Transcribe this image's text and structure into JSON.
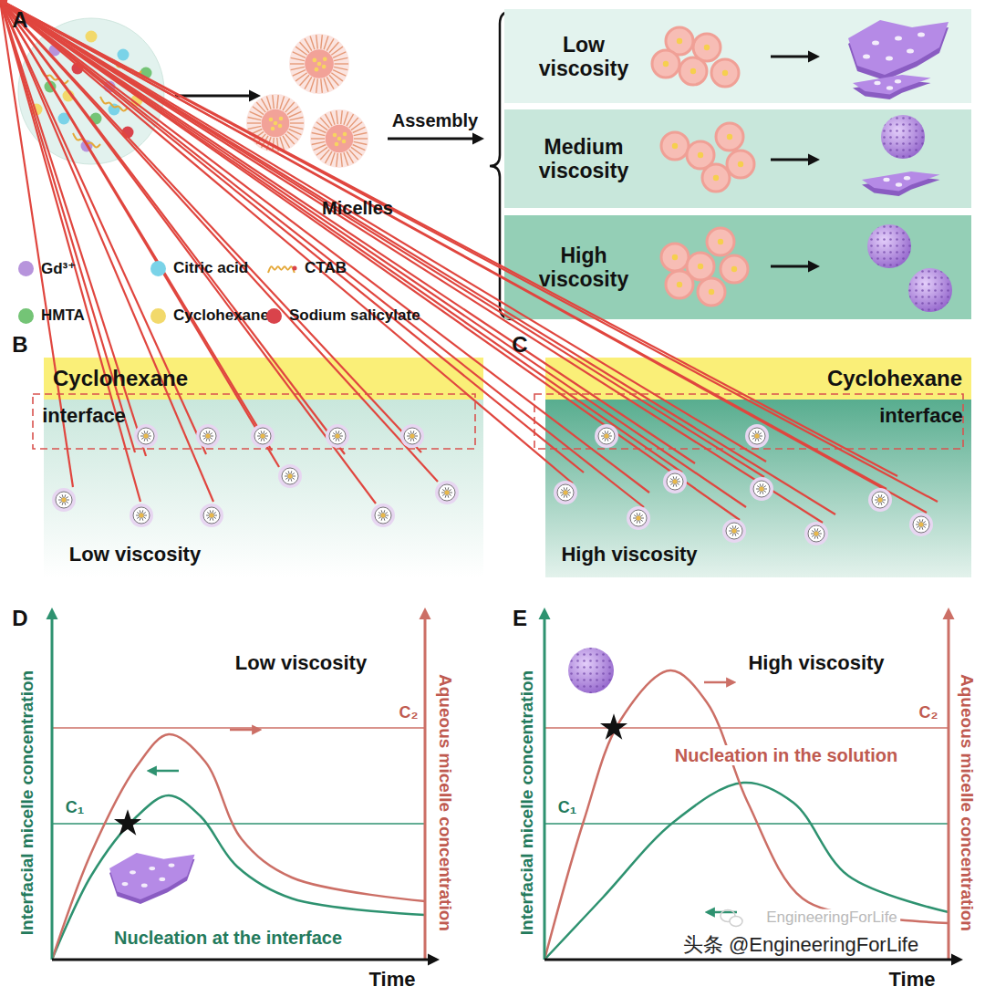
{
  "diagram": {
    "nodes": [
      {
        "text": [
          "Low viscosity"
        ]
      },
      {
        "text": [
          "Medium viscosity"
        ]
      },
      {
        "text": [
          "High viscosity"
        ]
      },
      {
        "text": [
          "Cyclohexane"
        ]
      },
      {
        "text": [
          "Cyclohexane"
        ]
      }
    ],
    "labels": [
      "A",
      "Micelles",
      "Assembly",
      "B",
      "interface",
      "Low viscosity",
      "C",
      "interface",
      "High viscosity",
      "D",
      "Interfacial micelle concentration",
      "Low viscosity",
      "C₂",
      "C₁",
      "Nucleation at the interface",
      "Aqueous micelle concentration",
      "Time",
      "E",
      "Interfacial micelle concentration",
      "High viscosity",
      "C₂",
      "C₁",
      "Nucleation in the solution",
      "Aqueous micelle concentration",
      "Time",
      "EngineeringForLife",
      "头条 @EngineeringForLife"
    ],
    "legend": [
      {
        "text": "Gd³⁺",
        "color": "#b794dc"
      },
      {
        "text": "Citric acid",
        "color": "#7ad3e8"
      },
      {
        "text": "CTAB"
      },
      {
        "text": "HMTA",
        "color": "#74c476"
      },
      {
        "text": "Cyclohexane",
        "color": "#f2d96b"
      },
      {
        "text": "Sodium salicylate",
        "color": "#d9434b"
      }
    ]
  }
}
